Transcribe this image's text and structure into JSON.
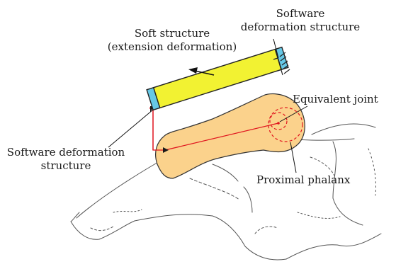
{
  "labels": {
    "soft_structure": [
      "Soft structure",
      "(extension deformation)"
    ],
    "software_deformation_top": [
      "Software",
      "deformation structure"
    ],
    "equivalent_joint": "Equivalent joint",
    "software_deformation_left": [
      "Software deformation",
      "structure"
    ],
    "proximal_phalanx": "Proximal phalanx"
  },
  "colors": {
    "soft_structure_fill": "#f2f232",
    "deformation_block_fill": "#66c8e6",
    "bone_fill": "#fbd28c",
    "red_line": "#e0141e",
    "outline": "#222222",
    "sketch": "#555555"
  },
  "icons": {
    "fixed_support": "hatched-wall-icon",
    "motion_arrow": "left-arrow-icon",
    "joint_marker": "dashed-circle-icon"
  }
}
